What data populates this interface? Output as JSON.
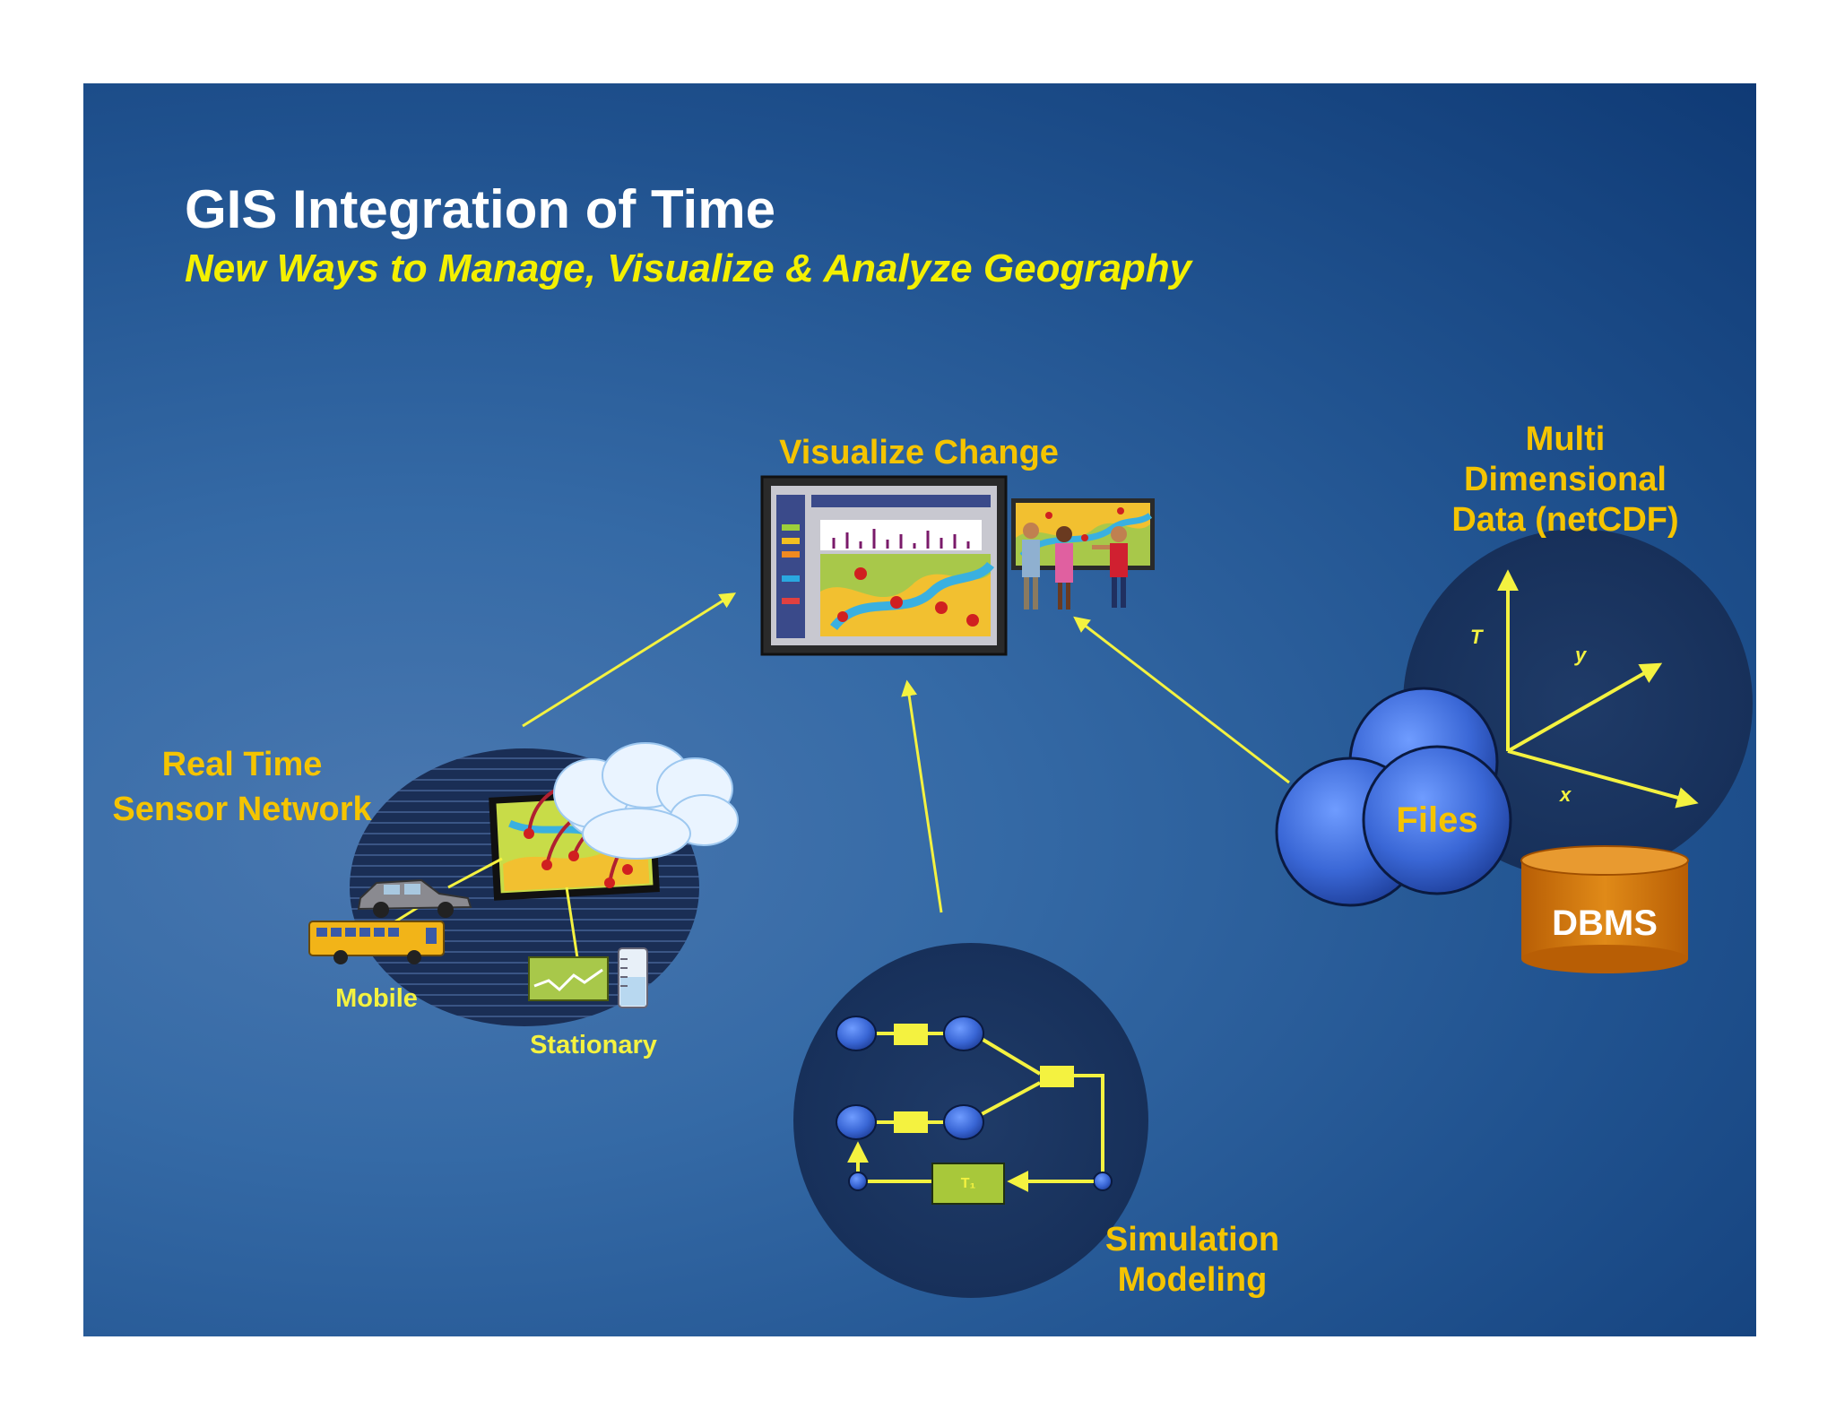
{
  "slide": {
    "title": "GIS Integration of Time",
    "subtitle": "New Ways to Manage, Visualize & Analyze Geography"
  },
  "visualize": {
    "label": "Visualize Change"
  },
  "multidim": {
    "label_line1": "Multi",
    "label_line2": "Dimensional",
    "label_line3": "Data (netCDF)",
    "axis_t": "T",
    "axis_y": "y",
    "axis_x": "x",
    "files_label": "Files",
    "dbms_label": "DBMS"
  },
  "sensor": {
    "label_line1": "Real Time",
    "label_line2": "Sensor Network",
    "mobile_label": "Mobile",
    "stationary_label": "Stationary"
  },
  "simulation": {
    "label_line1": "Simulation",
    "label_line2": "Modeling",
    "t1_label": "T₁"
  },
  "colors": {
    "title": "#ffffff",
    "subtitle": "#f4f000",
    "label": "#f5c400",
    "arrow": "#f4f240",
    "dark_circle": "#1b3562",
    "sphere": "#3f6ed8",
    "dbms": "#d67a10"
  }
}
